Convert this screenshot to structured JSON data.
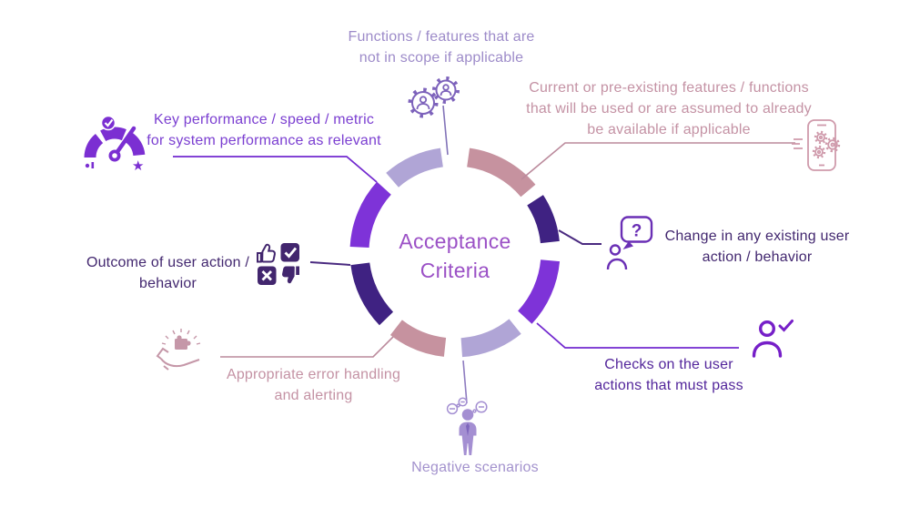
{
  "center": {
    "lines": [
      "Acceptance",
      "Criteria"
    ]
  },
  "labels": {
    "not_in_scope": {
      "lines": [
        "Functions / features that are",
        "not in scope if applicable"
      ],
      "icon": "gears-people-icon",
      "text_color": "#9d8bc9"
    },
    "pre_existing": {
      "lines": [
        "Current or pre-existing features / functions",
        "that will be used or are assumed to already",
        "be available if applicable"
      ],
      "icon": "phone-gears-icon",
      "text_color": "#c492a4"
    },
    "change_existing": {
      "lines": [
        "Change in any existing user",
        "action / behavior"
      ],
      "icon": "person-question-icon",
      "text_color": "#42276f"
    },
    "checks_pass": {
      "lines": [
        "Checks on the user",
        "actions that must pass"
      ],
      "icon": "person-check-icon",
      "text_color": "#53269b"
    },
    "negative": {
      "lines": [
        "Negative scenarios"
      ],
      "icon": "person-negative-icon",
      "text_color": "#a392cd"
    },
    "error_handling": {
      "lines": [
        "Appropriate error handling",
        "and alerting"
      ],
      "icon": "hand-puzzle-icon",
      "text_color": "#c492a4"
    },
    "outcome": {
      "lines": [
        "Outcome of user action /",
        "behavior"
      ],
      "icon": "thumbs-grid-icon",
      "text_color": "#42276f"
    },
    "key_performance": {
      "lines": [
        "Key performance / speed / metric",
        "for system performance as relevant"
      ],
      "icon": "gauge-icon",
      "text_color": "#7b3fd1"
    }
  },
  "ring": {
    "segments": [
      {
        "for": "pre_existing",
        "color": "#c6929f"
      },
      {
        "for": "change_existing",
        "color": "#3f2282"
      },
      {
        "for": "checks_pass",
        "color": "#7e33d8"
      },
      {
        "for": "negative",
        "color": "#b0a5d6"
      },
      {
        "for": "error_handling",
        "color": "#c6929f"
      },
      {
        "for": "outcome",
        "color": "#3f2282"
      },
      {
        "for": "key_performance",
        "color": "#7e33d8"
      },
      {
        "for": "not_in_scope",
        "color": "#b0a5d6"
      }
    ]
  },
  "colors": {
    "background": "#ffffff",
    "center_text": "#9b51c6",
    "segment_lavender": "#b0a5d6",
    "segment_rose": "#c6929f",
    "segment_indigo": "#3f2282",
    "segment_violet": "#7e33d8",
    "text_lavender": "#9d8bc9",
    "text_rose": "#c492a4",
    "text_indigo": "#42276f",
    "text_purple": "#53269b",
    "text_violet": "#7b3fd1",
    "icon_purple_outline": "#7d62bb",
    "icon_rose": "#cf9aab",
    "icon_violet_fill": "#7b2fd2",
    "icon_indigo_fill": "#42266e",
    "icon_lavender_fill": "#a48fd2",
    "icon_violet_outline": "#6a2fb5",
    "icon_bright_violet_outline": "#761fc8"
  }
}
